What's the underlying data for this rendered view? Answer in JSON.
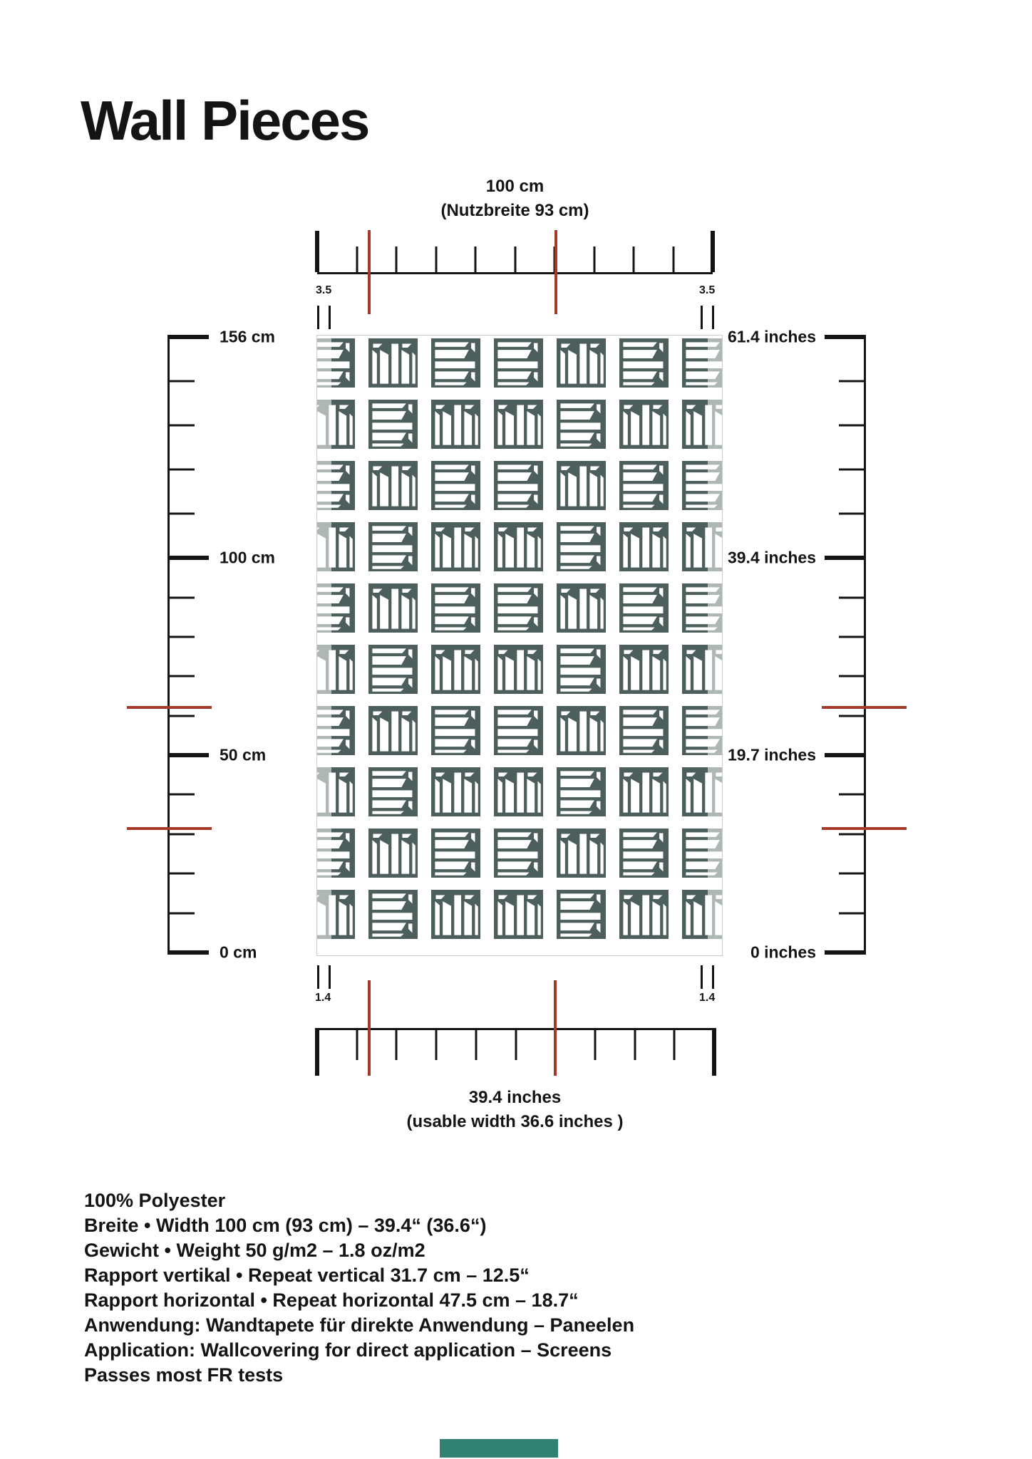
{
  "page": {
    "title": "Wall Pieces"
  },
  "top_ruler": {
    "label_line1": "100 cm",
    "label_line2": "(Nutzbreite 93 cm)",
    "trim_label": "3.5",
    "intervals": 10,
    "red_marks": [
      0.1315,
      0.6036
    ]
  },
  "bottom_ruler": {
    "label_line1": "39.4 inches",
    "label_line2": "(usable width 36.6 inches )",
    "trim_label": "1.4",
    "intervals": 10,
    "red_marks": [
      0.1315,
      0.6
    ]
  },
  "left_ruler": {
    "unit": "cm",
    "labels": [
      {
        "text": "156 cm",
        "frac": 0
      },
      {
        "text": "100 cm",
        "frac": 0.359
      },
      {
        "text": "50 cm",
        "frac": 0.6795
      },
      {
        "text": "0 cm",
        "frac": 1
      }
    ],
    "red_marks": [
      0.602,
      0.7986
    ]
  },
  "right_ruler": {
    "unit": "inches",
    "labels": [
      {
        "text": "61.4 inches",
        "frac": 0
      },
      {
        "text": "39.4 inches",
        "frac": 0.359
      },
      {
        "text": "19.7 inches",
        "frac": 0.6795
      },
      {
        "text": "0 inches",
        "frac": 1
      }
    ],
    "red_marks": [
      0.602,
      0.7986
    ]
  },
  "swatch": {
    "tile_color": "#4c5f5c",
    "pattern_rows": [
      "HVHHVHH",
      "VHVVHVV",
      "HVHHVHH",
      "VHVVHVV",
      "HVHHVHH",
      "VHVVHVV",
      "HVHHVHH",
      "VHVVHVV",
      "HVHHVHH",
      "VHVVHVV"
    ]
  },
  "specs": {
    "lines": [
      "100% Polyester",
      "Breite • Width 100 cm (93 cm) – 39.4“ (36.6“)",
      "Gewicht • Weight 50 g/m2 – 1.8 oz/m2",
      "Rapport vertikal • Repeat vertical 31.7 cm – 12.5“",
      "Rapport horizontal • Repeat horizontal 47.5 cm – 18.7“",
      "Anwendung: Wandtapete für direkte Anwendung – Paneelen",
      "Application: Wallcovering for direct application – Screens",
      "Passes most FR tests"
    ]
  },
  "footer": {
    "bar_color": "#318273"
  }
}
